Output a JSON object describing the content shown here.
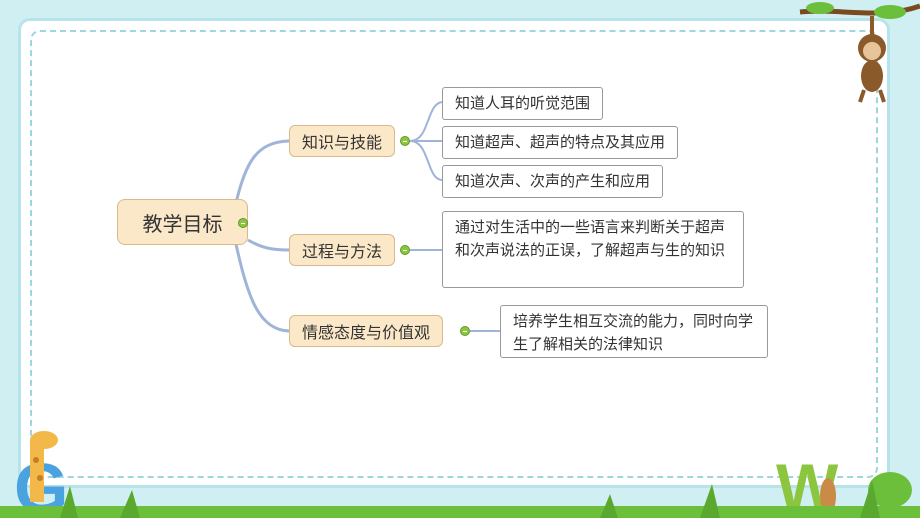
{
  "mindmap": {
    "root": "教学目标",
    "branches": [
      {
        "label": "知识与技能",
        "leaves": [
          "知道人耳的听觉范围",
          "知道超声、超声的特点及其应用",
          "知道次声、次声的产生和应用"
        ]
      },
      {
        "label": "过程与方法",
        "leaves": [
          "通过对生活中的一些语言来判断关于超声和次声说法的正误，了解超声与生的知识"
        ]
      },
      {
        "label": "情感态度与价值观",
        "leaves": [
          "培养学生相互交流的能力，同时向学生了解相关的法律知识"
        ]
      }
    ]
  },
  "colors": {
    "background": "#cfeff3",
    "node_fill": "#fbe8c8",
    "connector": "#9fb4d8",
    "expand_dot": "#8cc63f",
    "grass": "#6cbf3a"
  },
  "decorations": [
    "monkey-icon",
    "giraffe-icon",
    "letter-g-icon",
    "letter-w-icon",
    "grass-icon"
  ]
}
